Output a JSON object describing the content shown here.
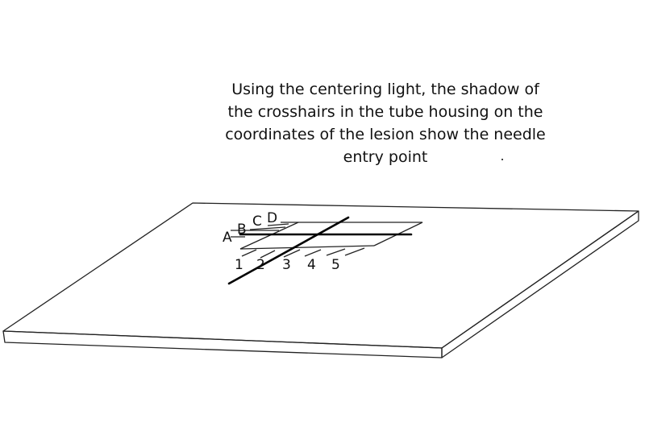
{
  "caption": {
    "line1": "Using the centering light, the shadow of",
    "line2": "the crosshairs in the tube housing on the",
    "line3": "coordinates of the lesion show the needle",
    "line4": "entry point"
  },
  "grid_labels": {
    "rows": [
      "A",
      "B",
      "C",
      "D"
    ],
    "columns": [
      "1",
      "2",
      "3",
      "4",
      "5"
    ]
  }
}
